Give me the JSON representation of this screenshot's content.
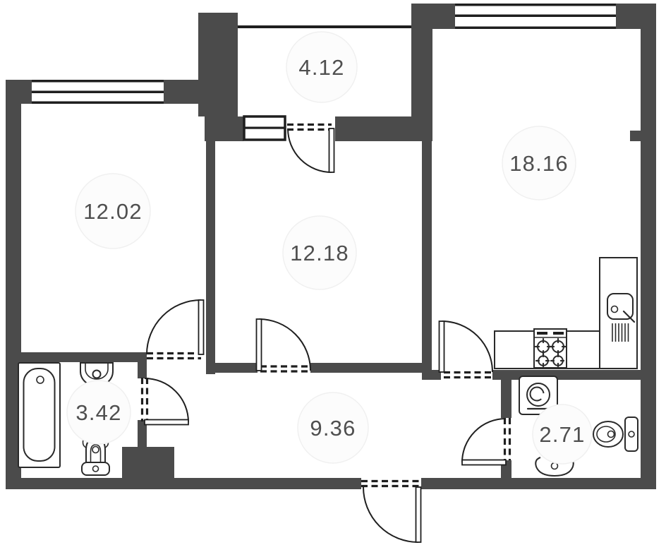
{
  "plan": {
    "rooms": {
      "balcony": {
        "area": "4.12"
      },
      "living_room": {
        "area": "18.16"
      },
      "bedroom_left": {
        "area": "12.02"
      },
      "bedroom_mid": {
        "area": "12.18"
      },
      "bathroom": {
        "area": "3.42"
      },
      "hallway": {
        "area": "9.36"
      },
      "wc": {
        "area": "2.71"
      }
    },
    "colors": {
      "wall": "#4b4b4b",
      "line": "#1f1f1f",
      "label": "#4f4f4f",
      "halo": "#fcfcfc",
      "bg": "#ffffff"
    },
    "fixtures": [
      "bathtub",
      "bathroom-sink",
      "bathroom-toilet",
      "washing-machine",
      "wc-toilet",
      "wc-sink",
      "kitchen-counter",
      "kitchen-stove",
      "kitchen-sink"
    ]
  }
}
